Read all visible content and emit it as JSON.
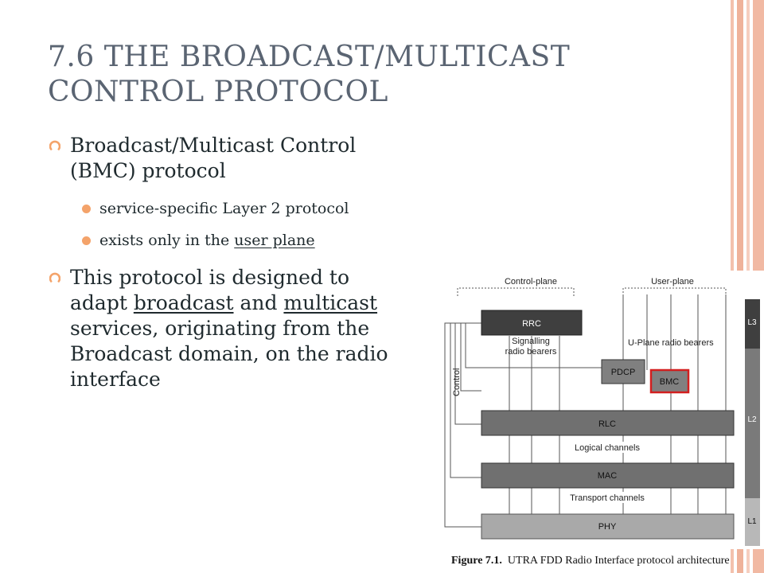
{
  "slide": {
    "title_line1": "7.6 THE BROADCAST/MULTICAST",
    "title_line2": "CONTROL PROTOCOL",
    "bullets": [
      {
        "line1": "Broadcast/Multicast Control",
        "line2": "(BMC) protocol"
      },
      {
        "line1": "This protocol is designed to",
        "line2_a": "adapt ",
        "line2_u1": "broadcast",
        "line2_b": " and ",
        "line2_u2": "multicast",
        "line3": "services, originating from the",
        "line4": "Broadcast domain, on the radio",
        "line5": "interface"
      }
    ],
    "sub_bullets": [
      {
        "text": "service-specific Layer 2 protocol"
      },
      {
        "text_a": "exists only in the ",
        "text_u": "user plane"
      }
    ]
  },
  "diagram": {
    "labels": {
      "control_plane": "Control-plane",
      "user_plane": "User-plane",
      "rrc": "RRC",
      "signalling_1": "Signalling",
      "signalling_2": "radio bearers",
      "uplane_bearers": "U-Plane radio bearers",
      "pdcp": "PDCP",
      "bmc": "BMC",
      "control": "Control",
      "rlc": "RLC",
      "logical_channels": "Logical channels",
      "mac": "MAC",
      "transport_channels": "Transport channels",
      "phy": "PHY",
      "l3": "L3",
      "l2": "L2",
      "l1": "L1"
    },
    "caption_bold": "Figure 7.1.",
    "caption_rest": "  UTRA FDD Radio Interface protocol architecture",
    "colors": {
      "bullet": "#f4a36a",
      "bmc_outline": "#d21f1f",
      "dark_box": "#3f3f3f",
      "mid_box": "#707070",
      "light_box": "#a9a9a9"
    }
  }
}
